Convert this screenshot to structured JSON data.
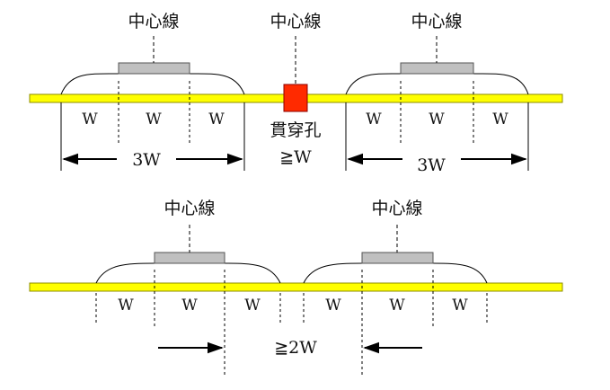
{
  "labels": {
    "center_line": "中心線",
    "via_hole": "貫穿孔",
    "via_spacing": "≧W",
    "width": "W",
    "spacing_3w": "3W",
    "spacing_2w": "≧2W"
  },
  "colors": {
    "board": "#FFFF00",
    "board_edge": "#8C8C00",
    "trace": "#C0C0C0",
    "trace_edge": "#555555",
    "via": "#FF2A00",
    "via_edge": "#8B0000",
    "line": "#000000"
  }
}
